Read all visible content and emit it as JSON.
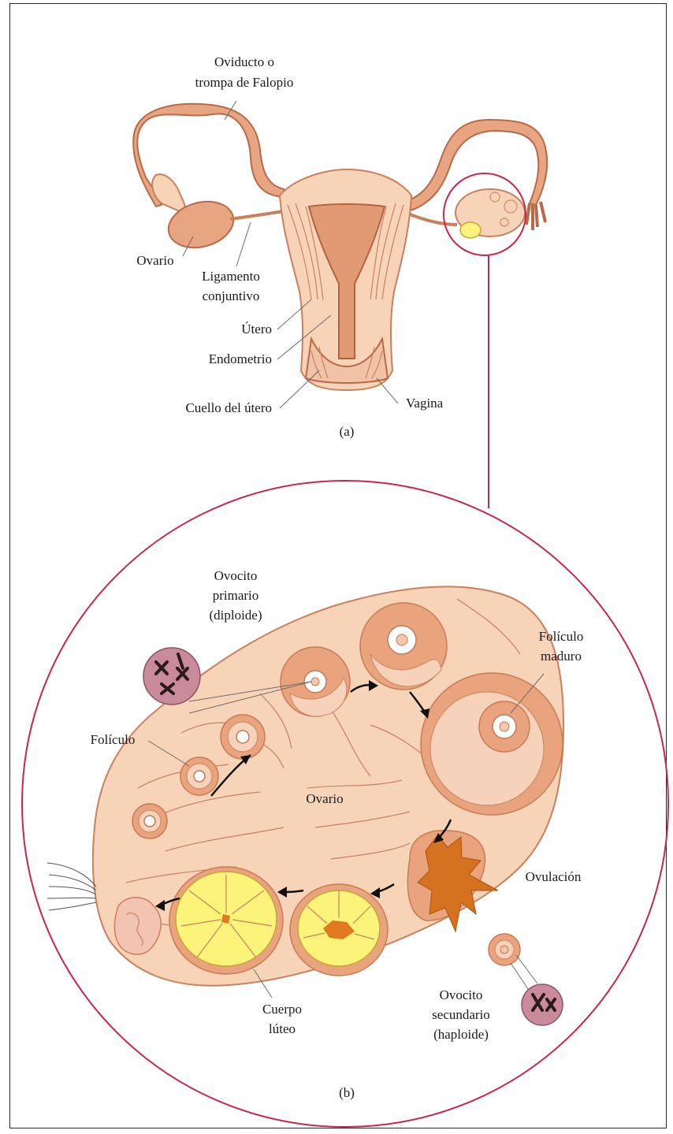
{
  "labels_a": {
    "oviduct": [
      "Oviducto o",
      "trompa de Falopio"
    ],
    "ovary": "Ovario",
    "ligament": [
      "Ligamento",
      "conjuntivo"
    ],
    "uterus": "Útero",
    "endometrium": "Endometrio",
    "cervix": "Cuello del útero",
    "vagina": "Vagina",
    "panel": "(a)"
  },
  "labels_b": {
    "primary_oocyte": [
      "Ovocito",
      "primario",
      "(diploide)"
    ],
    "mature_follicle": [
      "Folículo",
      "maduro"
    ],
    "follicle": "Folículo",
    "ovary": "Ovario",
    "ovulation": "Ovulación",
    "corpus_luteum": [
      "Cuerpo",
      "lúteo"
    ],
    "secondary_oocyte": [
      "Ovocito",
      "secundario",
      "(haploide)"
    ],
    "panel": "(b)"
  },
  "colors": {
    "tissue": "#f7d3b8",
    "follicle": "#e9a47e",
    "corpus_luteum": "#fbf37a",
    "ovulation": "#d4721f",
    "circle_outline": "#c8274a",
    "chromosome_cell": "#c98a9c"
  }
}
